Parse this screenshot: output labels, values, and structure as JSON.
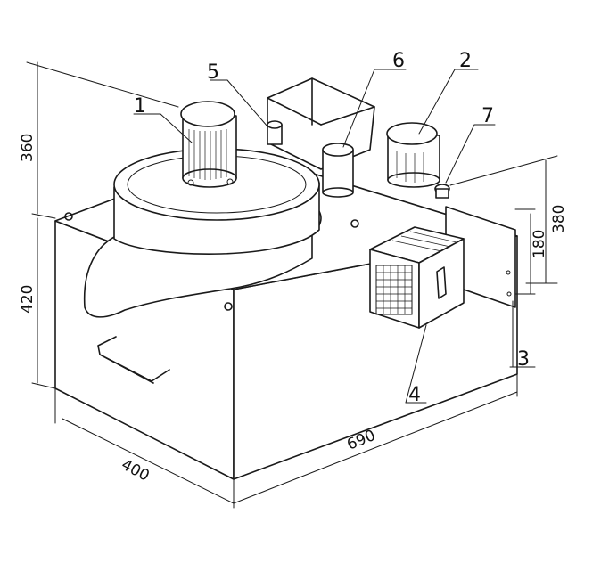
{
  "callouts": {
    "c1": "1",
    "c2": "2",
    "c3": "3",
    "c4": "4",
    "c5": "5",
    "c6": "6",
    "c7": "7"
  },
  "dimensions": {
    "height_top": "360",
    "height_body": "420",
    "width": "400",
    "length": "690",
    "inlet_height": "180",
    "overall_side": "380"
  }
}
